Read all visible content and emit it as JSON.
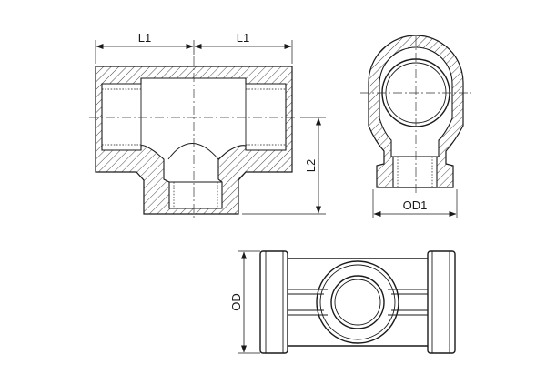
{
  "dimensions": {
    "length_left": "L1",
    "length_right": "L1",
    "branch_height": "L2",
    "outer_diameter_side": "OD1",
    "outer_diameter_top": "OD"
  },
  "views": [
    "front-section",
    "side-section",
    "top-view"
  ],
  "colors": {
    "line": "#1a1a1a",
    "background": "#ffffff"
  }
}
